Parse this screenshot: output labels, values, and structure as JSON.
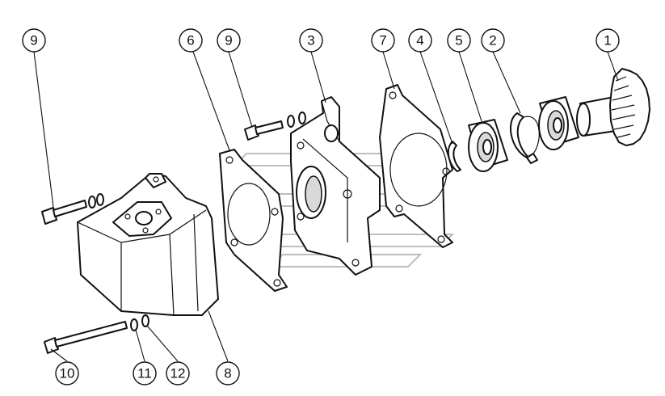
{
  "callouts": [
    {
      "id": "c9a",
      "label": "9"
    },
    {
      "id": "c6",
      "label": "6"
    },
    {
      "id": "c9b",
      "label": "9"
    },
    {
      "id": "c3",
      "label": "3"
    },
    {
      "id": "c7",
      "label": "7"
    },
    {
      "id": "c4",
      "label": "4"
    },
    {
      "id": "c5",
      "label": "5"
    },
    {
      "id": "c2",
      "label": "2"
    },
    {
      "id": "c1",
      "label": "1"
    },
    {
      "id": "c10",
      "label": "10"
    },
    {
      "id": "c11",
      "label": "11"
    },
    {
      "id": "c12",
      "label": "12"
    },
    {
      "id": "c8",
      "label": "8"
    }
  ]
}
